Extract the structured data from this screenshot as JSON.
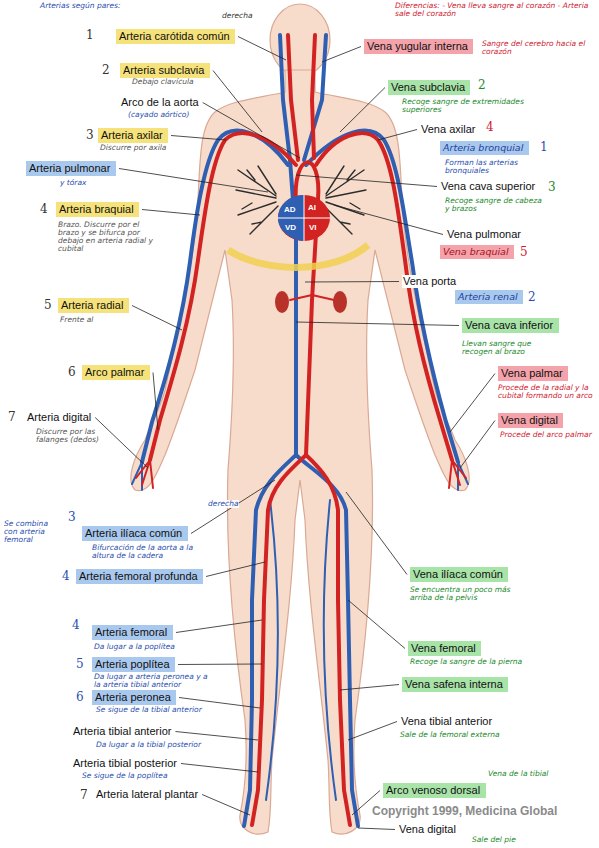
{
  "diagram": {
    "nodes": [
      {
        "text": [
          "Arteria carótida común"
        ]
      },
      {
        "text": [
          "Arteria subclavia"
        ]
      },
      {
        "text": [
          "Arteria axilar"
        ]
      },
      {
        "text": [
          "Arteria pulmonar"
        ]
      },
      {
        "text": [
          "Arteria braquial"
        ]
      },
      {
        "text": [
          "Arteria radial"
        ]
      },
      {
        "text": [
          "Arco palmar"
        ]
      },
      {
        "text": [
          "Arteria ilíaca común"
        ]
      },
      {
        "text": [
          "Arteria femoral profunda"
        ]
      },
      {
        "text": [
          "Arteria femoral"
        ]
      },
      {
        "text": [
          "Arteria poplítea"
        ]
      },
      {
        "text": [
          "Arteria peronea"
        ]
      },
      {
        "text": [
          "Vena yugular interna"
        ]
      },
      {
        "text": [
          "Vena subclavia"
        ]
      },
      {
        "text": [
          "Arteria bronquial"
        ]
      },
      {
        "text": [
          "Vena braquial"
        ]
      },
      {
        "text": [
          "Arteria renal"
        ]
      },
      {
        "text": [
          "Vena cava inferior"
        ]
      },
      {
        "text": [
          "Vena palmar"
        ]
      },
      {
        "text": [
          "Vena digital"
        ]
      },
      {
        "text": [
          "Vena ilíaca común"
        ]
      },
      {
        "text": [
          "Vena femoral"
        ]
      },
      {
        "text": [
          "Vena safena interna"
        ]
      },
      {
        "text": [
          "Arco venoso dorsal"
        ]
      }
    ],
    "labels": [
      "Arterias según pares:",
      "derecha",
      "1",
      "2",
      "Debajo clavícula",
      "Arco de la aorta",
      "(cayado aórtico)",
      "3",
      "Discurre por axila",
      "y tórax",
      "4",
      "Brazo. Discurre por el brazo y se bifurca por debajo en arteria radial y cubital",
      "5",
      "Frente al",
      "6",
      "7",
      "Arteria digital",
      "Discurre por las falanges (dedos)",
      "derecha",
      "Se combina con arteria femoral",
      "3",
      "Bifurcación de la aorta a la altura de la cadera",
      "4",
      "4",
      "Da lugar a la poplítea",
      "5",
      "Da lugar a arteria peronea y a la arteria tibial anterior",
      "6",
      "Se sigue de la tibial anterior",
      "Arteria tibial anterior",
      "Da lugar a la tibial posterior",
      "Arteria tibial posterior",
      "Se sigue de la poplítea",
      "7",
      "Arteria lateral plantar",
      "AD",
      "AI",
      "VD",
      "VI",
      "Diferencias: - Vena lleva sangre al corazón - Arteria sale del corazón",
      "Sangre del cerebro hacia el corazón",
      "2",
      "Recoge sangre de extremidades superiores",
      "Vena axilar",
      "4",
      "1",
      "Forman las arterias bronquiales",
      "Vena cava superior",
      "3",
      "Recoge sangre de cabeza y brazos",
      "Vena pulmonar",
      "5",
      "Vena porta",
      "2",
      "Llevan sangre que recogen al brazo",
      "Procede de la radial y la cubital formando un arco",
      "Procede del arco palmar",
      "Se encuentra un poco más arriba de la pelvis",
      "Recoge la sangre de la pierna",
      "Vena tibial anterior",
      "Sale de la femoral externa",
      "Vena de la tibial",
      "Copyright 1999, Medicina Global",
      "Vena digital",
      "Sale del pie"
    ]
  }
}
